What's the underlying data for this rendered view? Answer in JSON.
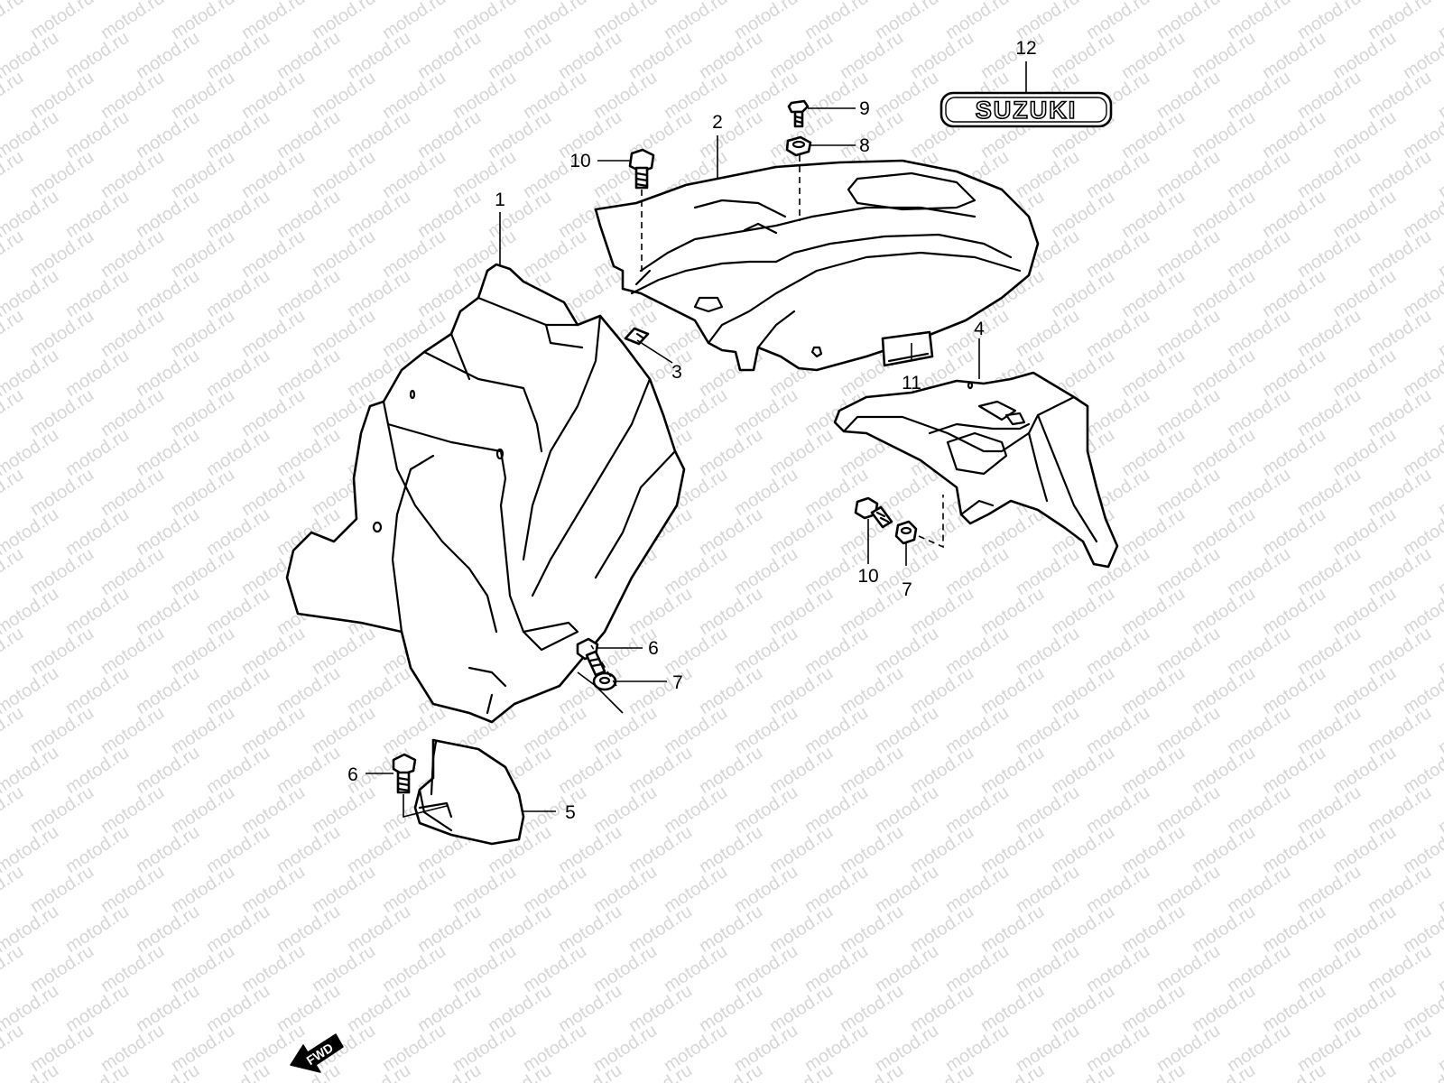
{
  "watermark": {
    "text": "motod.ru",
    "color": "#d6d6d6"
  },
  "emblem": {
    "text": "SUZUKI"
  },
  "direction_arrow": {
    "text": "FWD"
  },
  "callouts": [
    "1",
    "2",
    "3",
    "4",
    "5",
    "6",
    "6",
    "7",
    "7",
    "8",
    "9",
    "10",
    "10",
    "11",
    "12"
  ],
  "line_color": "#000000",
  "background_color": "#ffffff"
}
